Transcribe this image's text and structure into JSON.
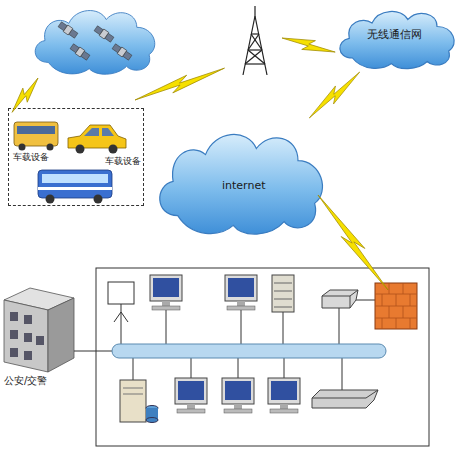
{
  "diagram": {
    "nodes": [
      {
        "text": [
          "无线通信网"
        ]
      },
      {
        "text": [
          "车载设备",
          "车载设备"
        ]
      },
      {
        "text": [
          "internet"
        ]
      },
      {
        "text": [
          "公安/交警"
        ]
      }
    ],
    "edges": [
      {
        "from": 0,
        "to": 2,
        "arrow": "none"
      }
    ]
  }
}
